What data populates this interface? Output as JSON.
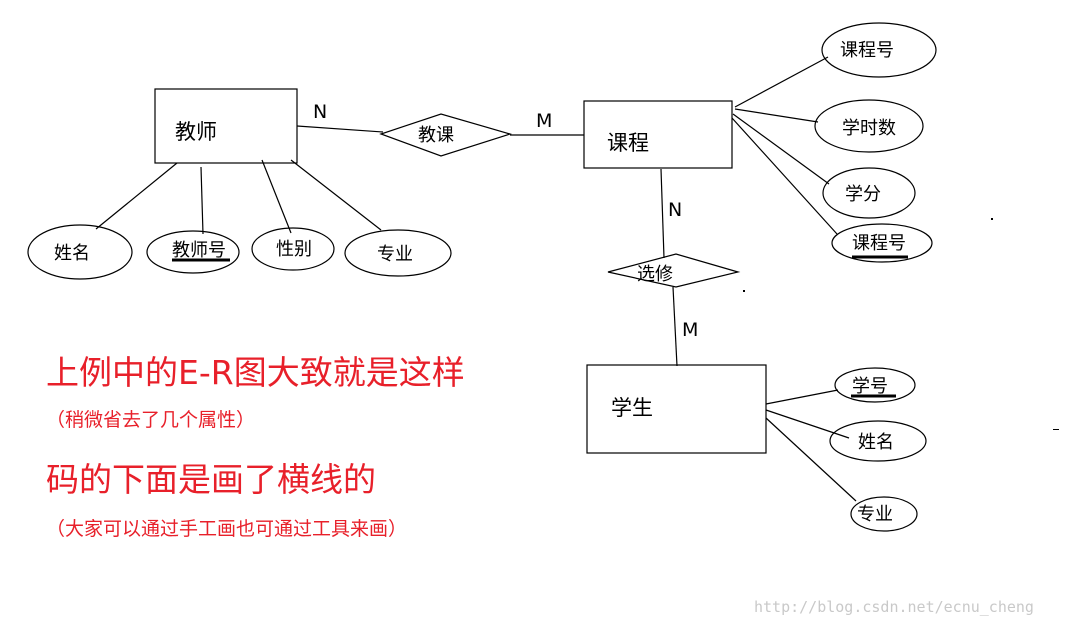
{
  "entities": {
    "teacher": "教师",
    "course": "课程",
    "student": "学生"
  },
  "relationships": {
    "teaches": "教课",
    "elective": "选修"
  },
  "cardinality": {
    "teaches_teacher": "N",
    "teaches_course": "M",
    "elective_course": "N",
    "elective_student": "M"
  },
  "teacher_attributes": {
    "name": "姓名",
    "id": "教师号",
    "gender": "性别",
    "major": "专业"
  },
  "course_attributes": {
    "code": "课程号",
    "hours": "学时数",
    "credit": "学分",
    "code_key": "课程号"
  },
  "student_attributes": {
    "id": "学号",
    "name": "姓名",
    "major": "专业"
  },
  "notes": {
    "line1": "上例中的E-R图大致就是这样",
    "line2": "（稍微省去了几个属性）",
    "line3": "码的下面是画了横线的",
    "line4": "（大家可以通过手工画也可通过工具来画）"
  },
  "watermark": "http://blog.csdn.net/ecnu_cheng",
  "colors": {
    "note_text": "#e8202a",
    "watermark": "#c9c9c9",
    "stroke": "#000000"
  }
}
